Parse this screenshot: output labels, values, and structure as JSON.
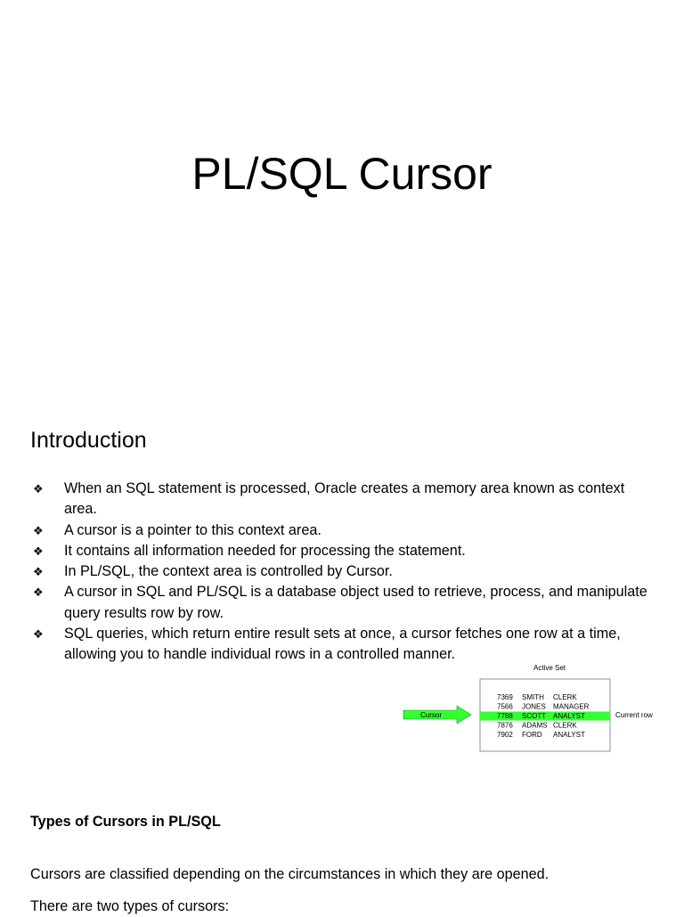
{
  "title": "PL/SQL Cursor",
  "intro": {
    "heading": "Introduction",
    "bullet_icon": "❖",
    "bullets": [
      "When an SQL statement is processed, Oracle creates a memory area known as context area.",
      "A cursor is a pointer to this context area.",
      "It contains all information needed for processing the statement.",
      "In PL/SQL, the context area is controlled by Cursor.",
      "A cursor in SQL and PL/SQL is a database object used to retrieve, process, and manipulate query results row by row.",
      "SQL queries, which return entire result sets at once, a cursor fetches one row at a time, allowing you to handle individual rows in a controlled manner."
    ]
  },
  "diagram": {
    "active_set_label": "Active Set",
    "cursor_label": "Cursor",
    "current_row_label": "Current row",
    "highlight_color": "#33ff33",
    "current_row_index": 2,
    "rows": [
      {
        "id": "7369",
        "name": "SMITH",
        "job": "CLERK"
      },
      {
        "id": "7566",
        "name": "JONES",
        "job": "MANAGER"
      },
      {
        "id": "7788",
        "name": "SCOTT",
        "job": "ANALYST"
      },
      {
        "id": "7876",
        "name": "ADAMS",
        "job": "CLERK"
      },
      {
        "id": "7902",
        "name": "FORD",
        "job": "ANALYST"
      }
    ]
  },
  "types": {
    "heading": "Types of Cursors in PL/SQL",
    "para1": "Cursors are classified depending on the circumstances in which they are opened.",
    "para2": "There are two types of cursors:"
  }
}
